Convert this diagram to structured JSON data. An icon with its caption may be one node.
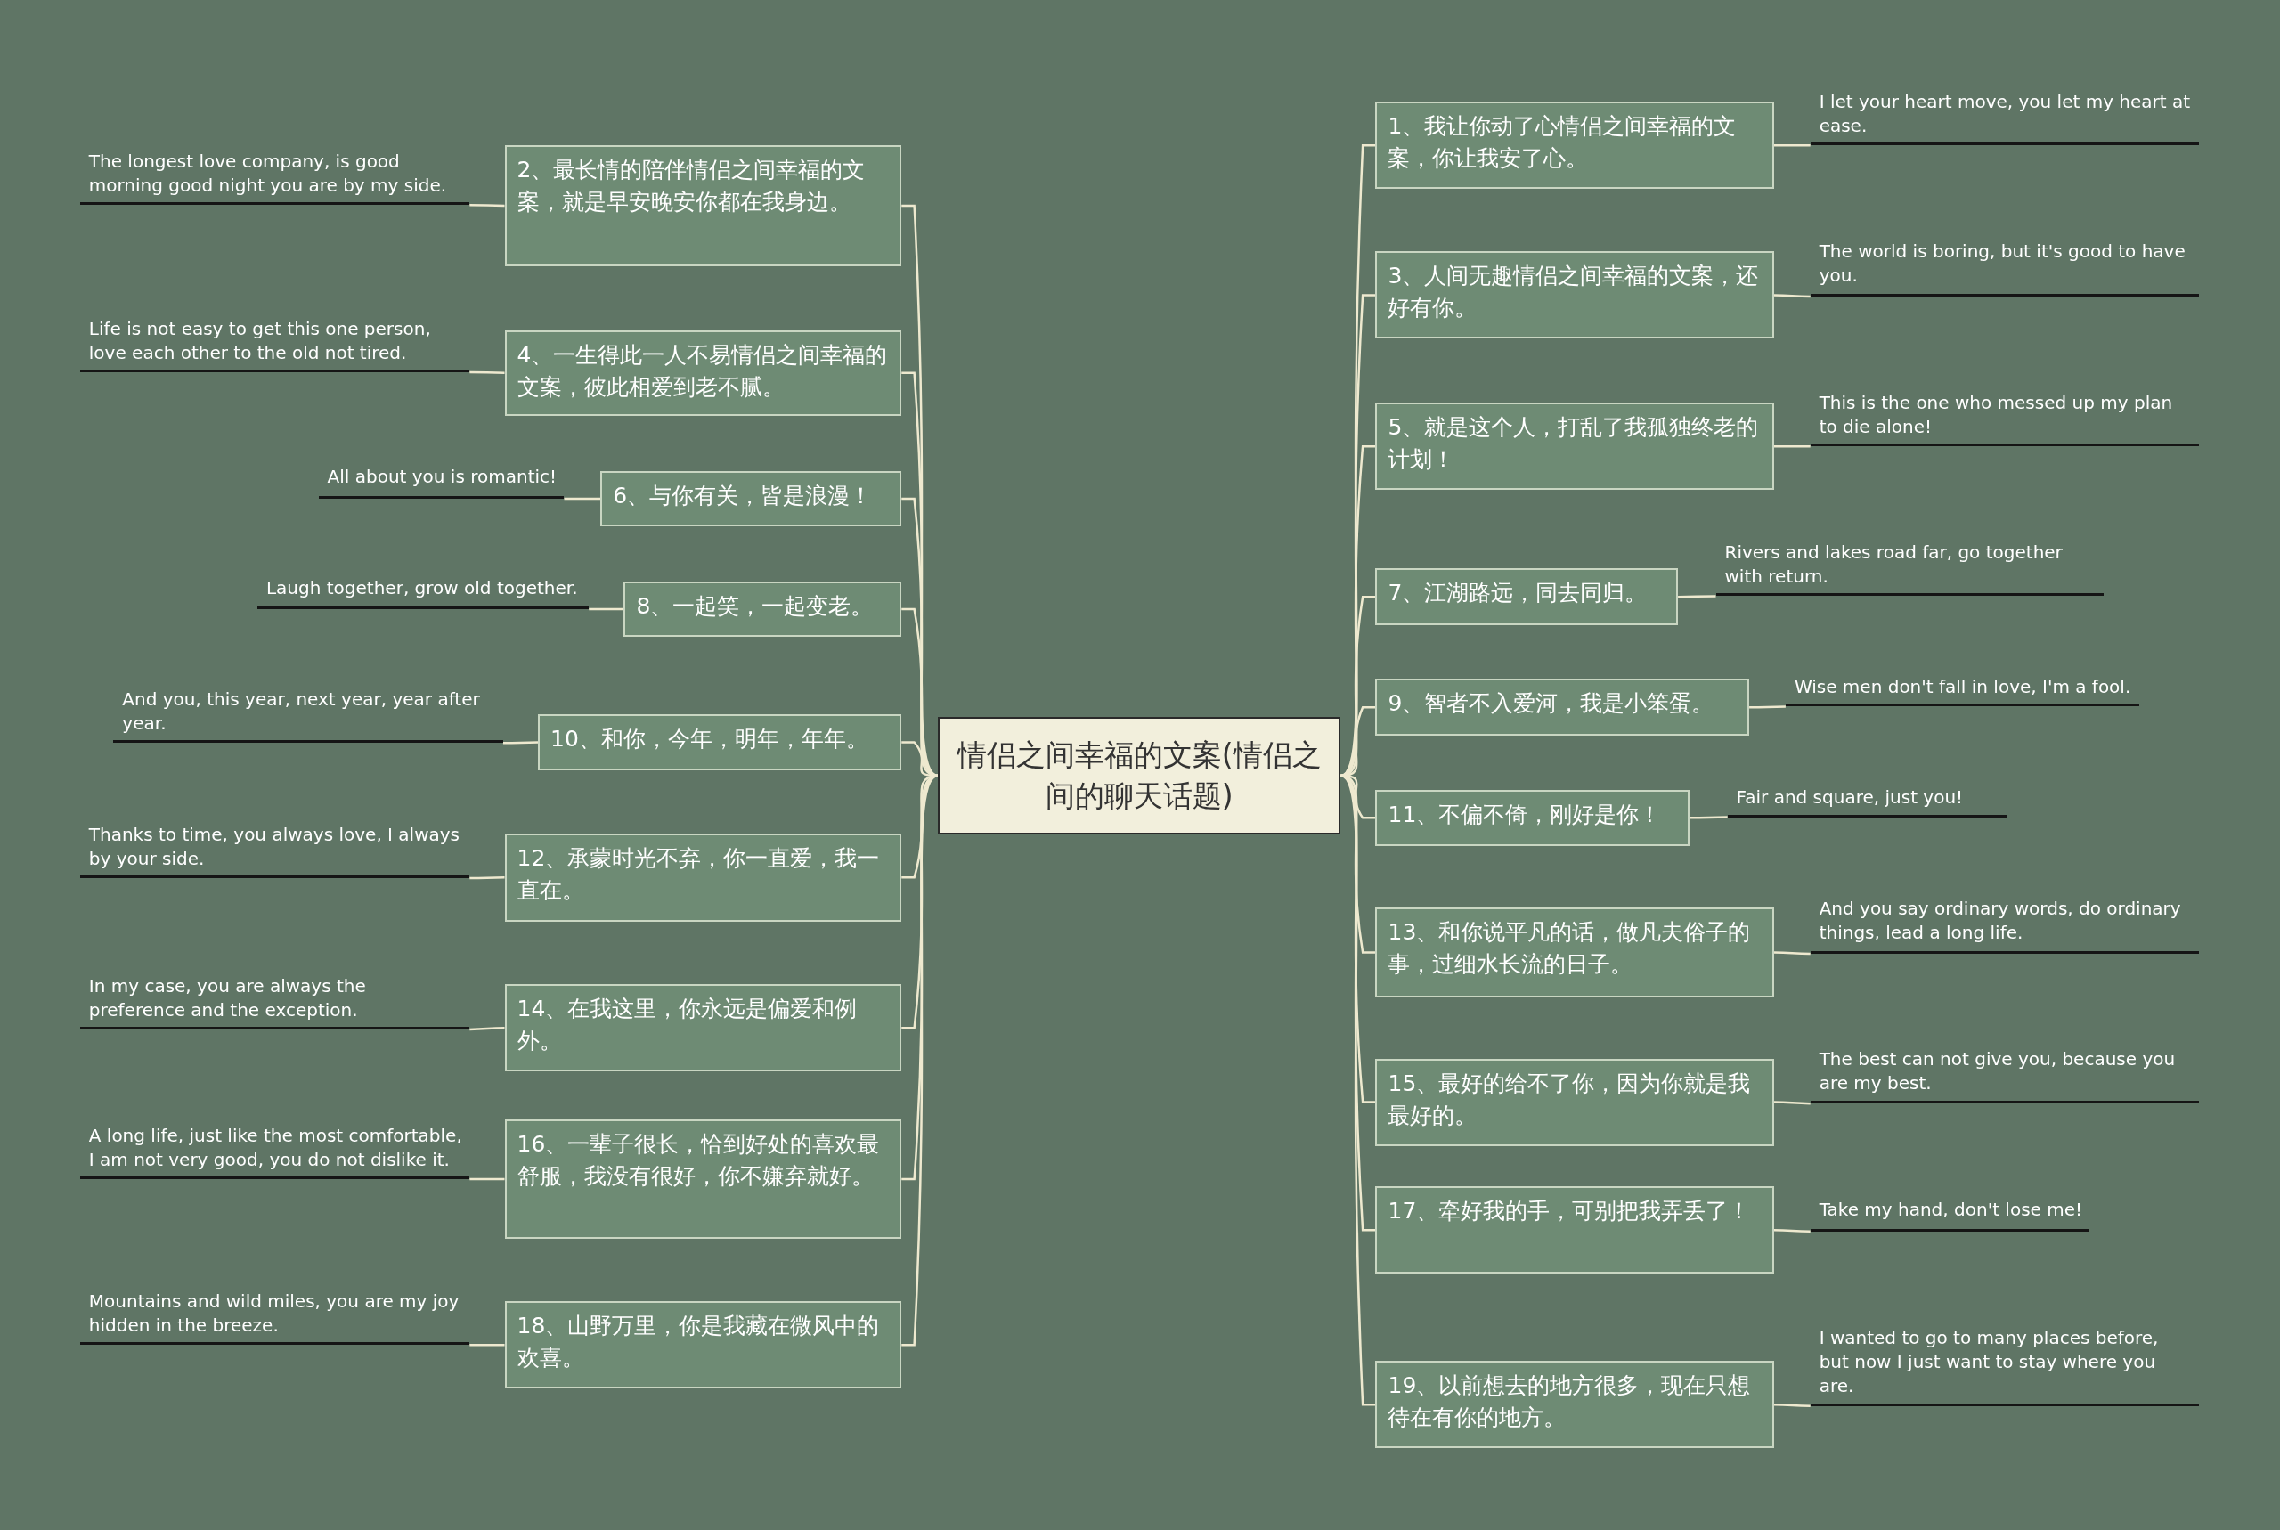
{
  "diagram": {
    "nodes": [
      {
        "text": [
          "情侣之间幸福的文案(情侣之间的聊天话题)"
        ]
      },
      {
        "text": [
          "1、我让你动了心情侣之间幸福的文案，你让我安了心。"
        ]
      },
      {
        "text": [
          "I let your heart move, you let my heart at ease."
        ]
      },
      {
        "text": [
          "2、最长情的陪伴情侣之间幸福的文案，就是早安晚安你都在我身边。"
        ]
      },
      {
        "text": [
          "The longest love company, is good morning good night you are by my side."
        ]
      },
      {
        "text": [
          "3、人间无趣情侣之间幸福的文案，还好有你。"
        ]
      },
      {
        "text": [
          "The world is boring, but it's good to have you."
        ]
      },
      {
        "text": [
          "4、一生得此一人不易情侣之间幸福的文案，彼此相爱到老不腻。"
        ]
      },
      {
        "text": [
          "Life is not easy to get this one person, love each other to the old not tired."
        ]
      },
      {
        "text": [
          "5、就是这个人，打乱了我孤独终老的计划！"
        ]
      },
      {
        "text": [
          "This is the one who messed up my plan to die alone!"
        ]
      },
      {
        "text": [
          "6、与你有关，皆是浪漫！"
        ]
      },
      {
        "text": [
          "All about you is romantic!"
        ]
      },
      {
        "text": [
          "7、江湖路远，同去同归。"
        ]
      },
      {
        "text": [
          "Rivers and lakes road far, go together with return."
        ]
      },
      {
        "text": [
          "8、一起笑，一起变老。"
        ]
      },
      {
        "text": [
          "Laugh together, grow old together."
        ]
      },
      {
        "text": [
          "9、智者不入爱河，我是小笨蛋。"
        ]
      },
      {
        "text": [
          "Wise men don't fall in love, I'm a fool."
        ]
      },
      {
        "text": [
          "10、和你，今年，明年，年年。"
        ]
      },
      {
        "text": [
          "And you, this year, next year, year after year."
        ]
      },
      {
        "text": [
          "11、不偏不倚，刚好是你！"
        ]
      },
      {
        "text": [
          "Fair and square, just you!"
        ]
      },
      {
        "text": [
          "12、承蒙时光不弃，你一直爱，我一直在。"
        ]
      },
      {
        "text": [
          "Thanks to time, you always love, I always by your side."
        ]
      },
      {
        "text": [
          "13、和你说平凡的话，做凡夫俗子的事，过细水长流的日子。"
        ]
      },
      {
        "text": [
          "And you say ordinary words, do ordinary things, lead a long life."
        ]
      },
      {
        "text": [
          "14、在我这里，你永远是偏爱和例外。"
        ]
      },
      {
        "text": [
          "In my case, you are always the preference and the exception."
        ]
      },
      {
        "text": [
          "15、最好的给不了你，因为你就是我最好的。"
        ]
      },
      {
        "text": [
          "The best can not give you, because you are my best."
        ]
      },
      {
        "text": [
          "16、一辈子很长，恰到好处的喜欢最舒服，我没有很好，你不嫌弃就好。"
        ]
      },
      {
        "text": [
          "A long life, just like the most comfortable, I am not very good, you do not dislike it."
        ]
      },
      {
        "text": [
          "17、牵好我的手，可别把我弄丢了！"
        ]
      },
      {
        "text": [
          "Take my hand, don't lose me!"
        ]
      },
      {
        "text": [
          "18、山野万里，你是我藏在微风中的欢喜。"
        ]
      },
      {
        "text": [
          "Mountains and wild miles, you are my joy hidden in the breeze."
        ]
      },
      {
        "text": [
          "19、以前想去的地方很多，现在只想待在有你的地方。"
        ]
      },
      {
        "text": [
          "I wanted to go to many places before, but now I just want to stay where you are."
        ]
      }
    ],
    "edges": [
      {
        "from": 0,
        "to": 1,
        "arrow": "none"
      },
      {
        "from": 1,
        "to": 2,
        "arrow": "none"
      },
      {
        "from": 0,
        "to": 3,
        "arrow": "none"
      },
      {
        "from": 3,
        "to": 4,
        "arrow": "none"
      },
      {
        "from": 0,
        "to": 5,
        "arrow": "none"
      },
      {
        "from": 5,
        "to": 6,
        "arrow": "none"
      },
      {
        "from": 0,
        "to": 7,
        "arrow": "none"
      },
      {
        "from": 7,
        "to": 8,
        "arrow": "none"
      },
      {
        "from": 0,
        "to": 9,
        "arrow": "none"
      },
      {
        "from": 9,
        "to": 10,
        "arrow": "none"
      },
      {
        "from": 0,
        "to": 11,
        "arrow": "none"
      },
      {
        "from": 11,
        "to": 12,
        "arrow": "none"
      },
      {
        "from": 0,
        "to": 13,
        "arrow": "none"
      },
      {
        "from": 13,
        "to": 14,
        "arrow": "none"
      },
      {
        "from": 0,
        "to": 15,
        "arrow": "none"
      },
      {
        "from": 15,
        "to": 16,
        "arrow": "none"
      },
      {
        "from": 0,
        "to": 17,
        "arrow": "none"
      },
      {
        "from": 17,
        "to": 18,
        "arrow": "none"
      },
      {
        "from": 0,
        "to": 19,
        "arrow": "none"
      },
      {
        "from": 19,
        "to": 20,
        "arrow": "none"
      },
      {
        "from": 0,
        "to": 21,
        "arrow": "none"
      },
      {
        "from": 21,
        "to": 22,
        "arrow": "none"
      },
      {
        "from": 0,
        "to": 23,
        "arrow": "none"
      },
      {
        "from": 23,
        "to": 24,
        "arrow": "none"
      },
      {
        "from": 0,
        "to": 25,
        "arrow": "none"
      },
      {
        "from": 25,
        "to": 26,
        "arrow": "none"
      },
      {
        "from": 0,
        "to": 27,
        "arrow": "none"
      },
      {
        "from": 27,
        "to": 28,
        "arrow": "none"
      },
      {
        "from": 0,
        "to": 29,
        "arrow": "none"
      },
      {
        "from": 29,
        "to": 30,
        "arrow": "none"
      },
      {
        "from": 0,
        "to": 31,
        "arrow": "none"
      },
      {
        "from": 31,
        "to": 32,
        "arrow": "none"
      },
      {
        "from": 0,
        "to": 33,
        "arrow": "none"
      },
      {
        "from": 33,
        "to": 34,
        "arrow": "none"
      },
      {
        "from": 0,
        "to": 35,
        "arrow": "none"
      },
      {
        "from": 35,
        "to": 36,
        "arrow": "none"
      },
      {
        "from": 0,
        "to": 37,
        "arrow": "none"
      },
      {
        "from": 37,
        "to": 38,
        "arrow": "none"
      }
    ]
  }
}
